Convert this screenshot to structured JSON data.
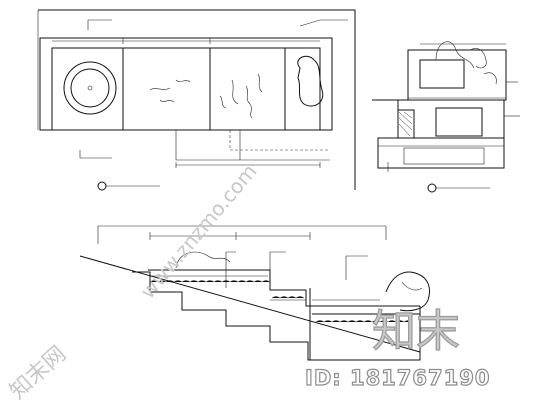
{
  "drawing": {
    "plan_view": {
      "title": "",
      "notes": [
        "",
        "",
        "",
        "",
        ""
      ],
      "dims": [
        "",
        "",
        ""
      ]
    },
    "side_section": {
      "title": "",
      "notes": [
        "",
        "",
        ""
      ]
    },
    "long_section": {
      "notes": [
        "",
        "",
        "",
        ""
      ]
    }
  },
  "watermark": {
    "url": "www.znzmo.com",
    "logo_text": "知末网",
    "brand_text": "知末",
    "id_label": "ID: 181767190"
  }
}
